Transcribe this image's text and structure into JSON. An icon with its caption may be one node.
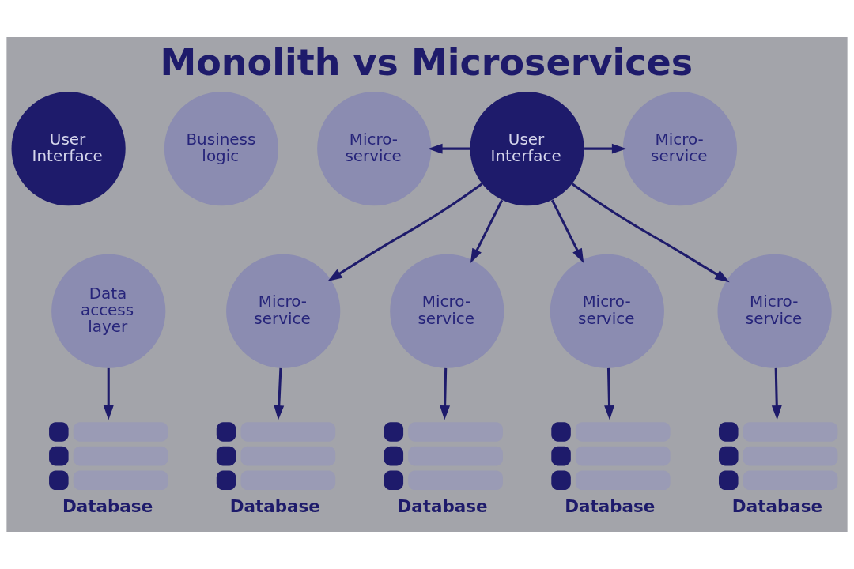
{
  "diagram": {
    "title": "Monolith vs Microservices",
    "nodes": [
      {
        "text": [
          "User Interface"
        ]
      },
      {
        "text": [
          "Business logic"
        ]
      },
      {
        "text": [
          "Data access layer"
        ]
      },
      {
        "text": [
          "Database"
        ]
      },
      {
        "text": [
          "User Interface"
        ]
      },
      {
        "text": [
          "Micro- service"
        ]
      },
      {
        "text": [
          "Micro- service"
        ]
      },
      {
        "text": [
          "Micro- service"
        ]
      },
      {
        "text": [
          "Micro- service"
        ]
      },
      {
        "text": [
          "Micro- service"
        ]
      },
      {
        "text": [
          "Micro- service"
        ]
      },
      {
        "text": [
          "Database"
        ]
      },
      {
        "text": [
          "Database"
        ]
      },
      {
        "text": [
          "Database"
        ]
      },
      {
        "text": [
          "Database"
        ]
      }
    ],
    "edges": [
      {
        "from": 2,
        "to": 3,
        "arrow": "to"
      },
      {
        "from": 4,
        "to": 5,
        "arrow": "to"
      },
      {
        "from": 4,
        "to": 6,
        "arrow": "to"
      },
      {
        "from": 4,
        "to": 7,
        "arrow": "to"
      },
      {
        "from": 4,
        "to": 8,
        "arrow": "to"
      },
      {
        "from": 4,
        "to": 9,
        "arrow": "to"
      },
      {
        "from": 4,
        "to": 10,
        "arrow": "to"
      },
      {
        "from": 7,
        "to": 11,
        "arrow": "to"
      },
      {
        "from": 8,
        "to": 12,
        "arrow": "to"
      },
      {
        "from": 9,
        "to": 13,
        "arrow": "to"
      },
      {
        "from": 10,
        "to": 14,
        "arrow": "to"
      }
    ]
  }
}
